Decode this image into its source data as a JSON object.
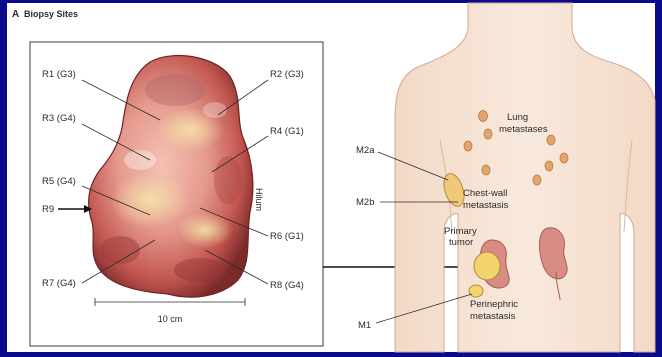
{
  "colors": {
    "frame": "#0a0a8c",
    "figure_bg": "#ffffff",
    "body_fill": "#f6e4d6",
    "body_stroke": "#d9b8a2",
    "organ": "#e0a06a",
    "organ_stroke": "#b87844",
    "kidney": "#d88f86",
    "kidney_stroke": "#a95d55",
    "tumor": "#f0d06a",
    "line": "#222222"
  },
  "figure": {
    "title_letter": "A",
    "title": "Biopsy Sites"
  },
  "specimen": {
    "regions": [
      {
        "id": "r1",
        "label": "R1 (G3)"
      },
      {
        "id": "r2",
        "label": "R2 (G3)"
      },
      {
        "id": "r3",
        "label": "R3 (G4)"
      },
      {
        "id": "r4",
        "label": "R4 (G1)"
      },
      {
        "id": "r5",
        "label": "R5 (G4)"
      },
      {
        "id": "r9",
        "label": "R9"
      },
      {
        "id": "r6",
        "label": "R6 (G1)"
      },
      {
        "id": "r7",
        "label": "R7 (G4)"
      },
      {
        "id": "r8",
        "label": "R8 (G4)"
      }
    ],
    "hilum_label": "Hilum",
    "scale_label": "10 cm"
  },
  "body_diagram": {
    "labels": {
      "lung": "Lung\nmetastases",
      "m2a": "M2a",
      "m2b": "M2b",
      "chest_wall": "Chest-wall\nmetastasis",
      "primary": "Primary\ntumor",
      "perinephric": "Perinephric\nmetastasis",
      "m1": "M1"
    }
  }
}
